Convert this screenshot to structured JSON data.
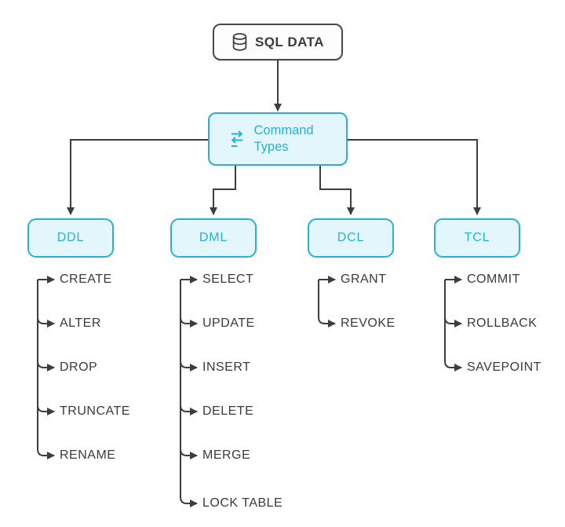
{
  "root": {
    "label": "SQL DATA",
    "icon": "database-icon"
  },
  "hub": {
    "label": "Command Types",
    "icon": "command-swap-icon"
  },
  "columns": [
    {
      "label": "DDL",
      "items": [
        "CREATE",
        "ALTER",
        "DROP",
        "TRUNCATE",
        "RENAME"
      ]
    },
    {
      "label": "DML",
      "items": [
        "SELECT",
        "UPDATE",
        "INSERT",
        "DELETE",
        "MERGE",
        "LOCK TABLE"
      ]
    },
    {
      "label": "DCL",
      "items": [
        "GRANT",
        "REVOKE"
      ]
    },
    {
      "label": "TCL",
      "items": [
        "COMMIT",
        "ROLLBACK",
        "SAVEPOINT"
      ]
    }
  ],
  "colors": {
    "accent": "#29b0d6",
    "accent_fill": "#e3f6fc",
    "line": "#3d3d3d",
    "text": "#3a3a3a",
    "root_border": "#4a4a4a"
  }
}
